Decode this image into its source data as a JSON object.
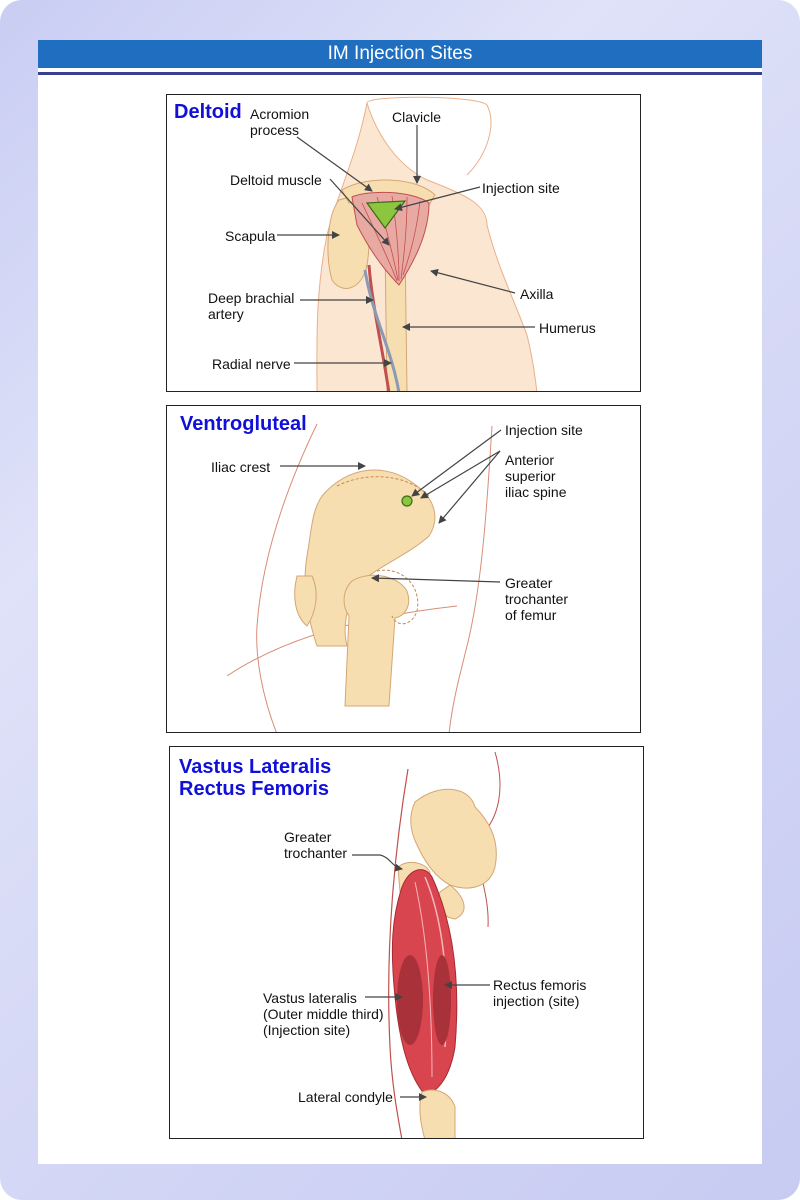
{
  "header": {
    "title": "IM Injection Sites"
  },
  "colors": {
    "header_bg": "#1f6ec0",
    "panel_title": "#1010d8",
    "bone": "#f6deb0",
    "muscle": "#d9454f",
    "site_marker": "#8cc63f"
  },
  "deltoid": {
    "title": "Deltoid",
    "labels": {
      "acromion": "Acromion\nprocess",
      "clavicle": "Clavicle",
      "deltoid_muscle": "Deltoid muscle",
      "injection_site": "Injection site",
      "scapula": "Scapula",
      "axilla": "Axilla",
      "deep_brachial": "Deep brachial\nartery",
      "humerus": "Humerus",
      "radial_nerve": "Radial nerve"
    }
  },
  "ventrogluteal": {
    "title": "Ventrogluteal",
    "labels": {
      "injection_site": "Injection site",
      "iliac_crest": "Iliac crest",
      "asis": "Anterior\nsuperior\niliac spine",
      "greater_trochanter": "Greater\ntrochanter\nof femur"
    }
  },
  "vastus": {
    "title_line1": "Vastus Lateralis",
    "title_line2": "Rectus Femoris",
    "labels": {
      "greater_trochanter": "Greater\ntrochanter",
      "vastus_lateralis": "Vastus lateralis\n(Outer middle third)\n(Injection site)",
      "rectus_femoris": "Rectus femoris\ninjection (site)",
      "lateral_condyle": "Lateral condyle"
    }
  }
}
